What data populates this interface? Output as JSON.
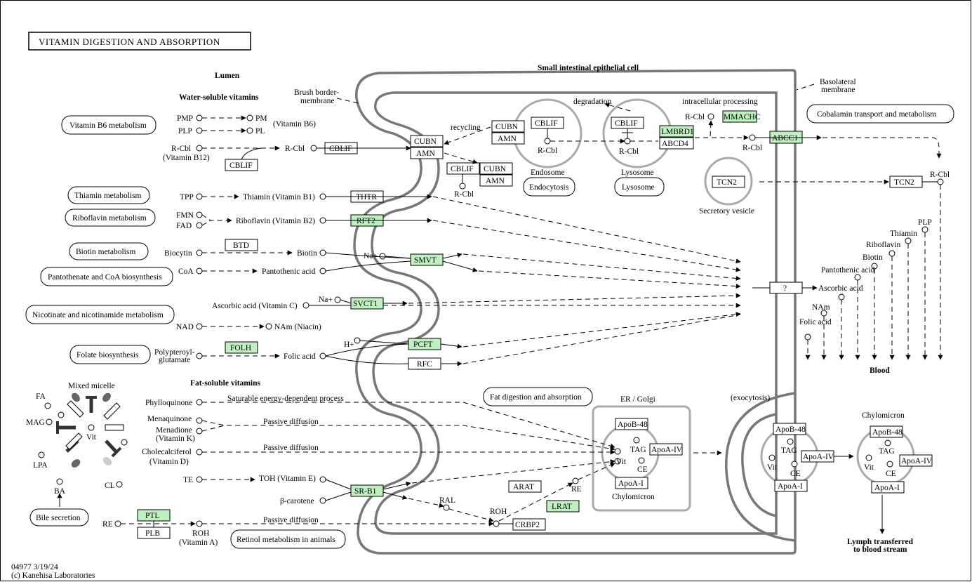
{
  "title": "VITAMIN DIGESTION AND ABSORPTION",
  "footer": {
    "id": "04977 3/19/24",
    "copyright": "(c) Kanehisa Laboratories"
  },
  "regions": {
    "lumen": "Lumen",
    "cell": "Small intestinal epithelial cell",
    "water_soluble": "Water-soluble vitamins",
    "fat_soluble": "Fat-soluble vitamins",
    "brush_border": [
      "Brush border-",
      "membrane"
    ],
    "basolateral": [
      "Basolateral",
      "membrane"
    ],
    "blood": "Blood",
    "lymph": [
      "Lymph transferred",
      "to blood stream"
    ],
    "mixed_micelle": "Mixed micelle",
    "er_golgi": "ER / Golgi",
    "exocytosis": "(exocytosis)",
    "endosome": "Endosome",
    "lysosome": "Lysosome",
    "secretory_vesicle": "Secretory vesicle",
    "chylomicron": "Chylomicron",
    "recycling": "recycling",
    "degradation": "degradation",
    "intracellular": "intracellular processing"
  },
  "maps": {
    "b6": "Vitamin B6 metabolism",
    "thiamin": "Thiamin metabolism",
    "riboflavin": "Riboflavin metabolism",
    "biotin": "Biotin metabolism",
    "pantothenate": "Pantothenate and CoA biosynthesis",
    "nicotinate": "Nicotinate and nicotinamide metabolism",
    "folate": "Folate biosynthesis",
    "bile": "Bile secretion",
    "retinol": "Retinol metabolism in animals",
    "fat": "Fat digestion and absorption",
    "cobalamin": "Cobalamin transport and metabolism",
    "endocytosis": "Endocytosis",
    "lysosome": "Lysosome"
  },
  "genes": {
    "cblif": "CBLIF",
    "cubn": "CUBN",
    "amn": "AMN",
    "thtr": "THTR",
    "rft2": "RFT2",
    "btd": "BTD",
    "smvt": "SMVT",
    "svct1": "SVCT1",
    "folh": "FOLH",
    "pcft": "PCFT",
    "rfc": "RFC",
    "srb1": "SR-B1",
    "ptl": "PTL",
    "plb": "PLB",
    "arat": "ARAT",
    "lrat": "LRAT",
    "crbp2": "CRBP2",
    "lmbrd1": "LMBRD1",
    "abcd4": "ABCD4",
    "mmachc": "MMACHC",
    "abcc1": "ABCC1",
    "tcn2": "TCN2",
    "unknown": "?",
    "apob48": "ApoB-48",
    "apoa4": "ApoA-IV",
    "apoa1": "ApoA-I"
  },
  "compounds": {
    "pmp": "PMP",
    "pm": "PM",
    "plp": "PLP",
    "pl": "PL",
    "b6": "(Vitamin B6)",
    "rcbl": "R-Cbl",
    "b12": "(Vitamin B12)",
    "tpp": "TPP",
    "thiamin": "Thiamin (Vitamin B1)",
    "fmn": "FMN",
    "fad": "FAD",
    "riboflavin": "Riboflavin (Vitamin B2)",
    "biocytin": "Biocytin",
    "biotin": "Biotin",
    "coa": "CoA",
    "pantothenic": "Pantothenic acid",
    "na": "Na+",
    "ascorbic": "Ascorbic acid (Vitamin C)",
    "nad": "NAD",
    "nam": "NAm (Niacin)",
    "polypteroyl": [
      "Polypteroyl-",
      "glutamate"
    ],
    "folic": "Folic acid",
    "h": "H+",
    "phylloquinone": "Phylloquinone",
    "menaquinone": "Menaquinone",
    "menadione": [
      "Menadione",
      "(Vitamin K)"
    ],
    "cholecalciferol": [
      "Cholecalciferol",
      "(Vitamin D)"
    ],
    "te": "TE",
    "toh": "TOH (Vitamin E)",
    "bcarotene": "β-carotene",
    "re": "RE",
    "roh": [
      "ROH",
      "(Vitamin A)"
    ],
    "ral": "RAL",
    "roh2": "ROH",
    "re2": "RE",
    "vit": "Vit",
    "tag": "TAG",
    "ce": "CE",
    "fa": "FA",
    "mag": "MAG",
    "lpa": "LPA",
    "ba": "BA",
    "cl": "CL",
    "blood_list": [
      "Folic acid",
      "NAm",
      "Ascorbic acid",
      "Pantothenic acid",
      "Biotin",
      "Riboflavin",
      "Thiamin",
      "PLP",
      "R-Cbl"
    ]
  },
  "processes": {
    "saturable": "Saturable energy-dependent process",
    "passive": "Passive diffusion"
  }
}
